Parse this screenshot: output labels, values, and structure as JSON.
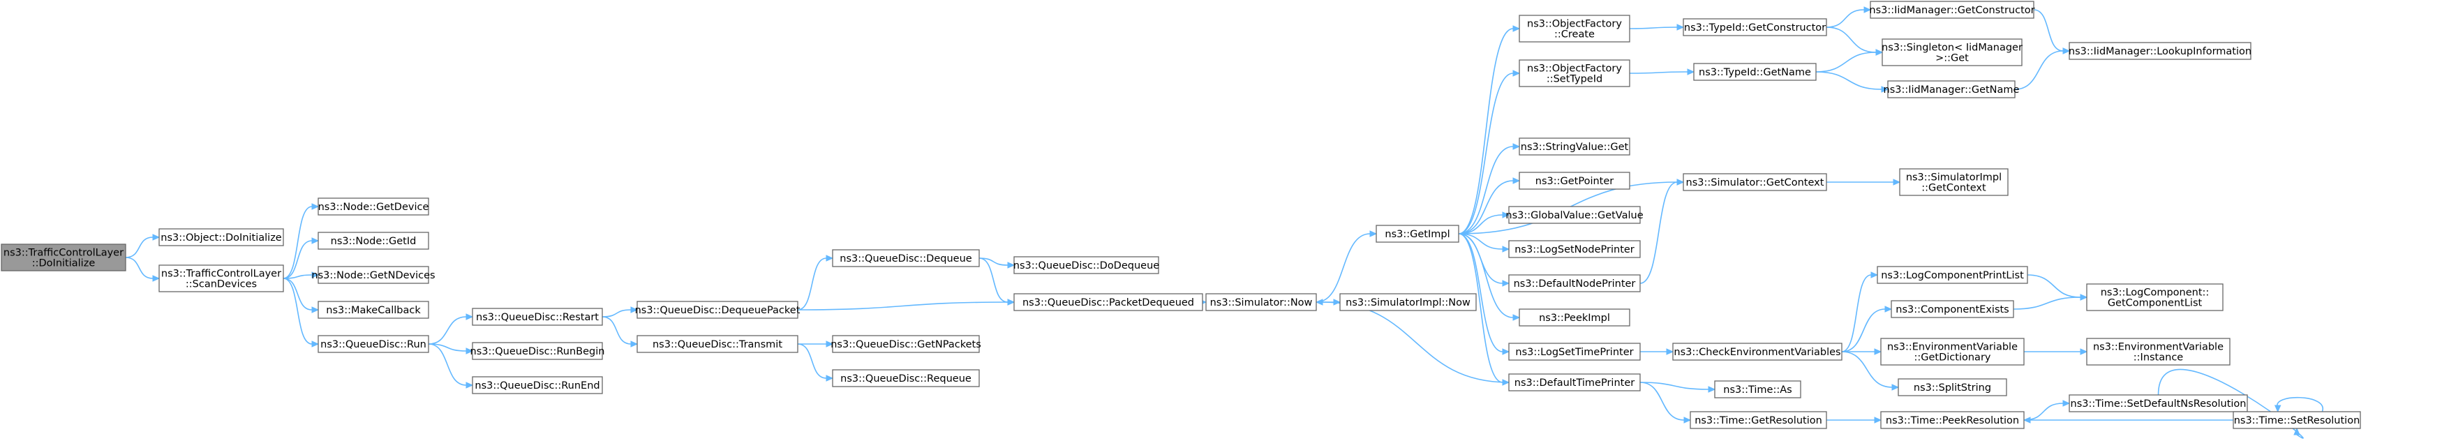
{
  "colors": {
    "edge": "#63b8ff",
    "node_border": "#666666",
    "root_fill": "#999999",
    "node_fill": "#ffffff"
  },
  "nodes": {
    "root": [
      "ns3::TrafficControlLayer",
      "::DoInitialize"
    ],
    "object_doinitialize": [
      "ns3::Object::DoInitialize"
    ],
    "scandevices": [
      "ns3::TrafficControlLayer",
      "::ScanDevices"
    ],
    "node_getdevice": [
      "ns3::Node::GetDevice"
    ],
    "node_getid": [
      "ns3::Node::GetId"
    ],
    "node_getndevices": [
      "ns3::Node::GetNDevices"
    ],
    "makecallback": [
      "ns3::MakeCallback"
    ],
    "qd_run": [
      "ns3::QueueDisc::Run"
    ],
    "qd_restart": [
      "ns3::QueueDisc::Restart"
    ],
    "qd_runbegin": [
      "ns3::QueueDisc::RunBegin"
    ],
    "qd_runend": [
      "ns3::QueueDisc::RunEnd"
    ],
    "qd_dequeuepacket": [
      "ns3::QueueDisc::DequeuePacket"
    ],
    "qd_transmit": [
      "ns3::QueueDisc::Transmit"
    ],
    "qd_dequeue": [
      "ns3::QueueDisc::Dequeue"
    ],
    "qd_getnpackets": [
      "ns3::QueueDisc::GetNPackets"
    ],
    "qd_requeue": [
      "ns3::QueueDisc::Requeue"
    ],
    "qd_dodequeue": [
      "ns3::QueueDisc::DoDequeue"
    ],
    "qd_packetdequeued": [
      "ns3::QueueDisc::PacketDequeued"
    ],
    "sim_now": [
      "ns3::Simulator::Now"
    ],
    "simimpl_now": [
      "ns3::SimulatorImpl::Now"
    ],
    "getimpl": [
      "ns3::GetImpl"
    ],
    "of_create": [
      "ns3::ObjectFactory",
      "::Create"
    ],
    "of_settypeid": [
      "ns3::ObjectFactory",
      "::SetTypeId"
    ],
    "stringvalue_get": [
      "ns3::StringValue::Get"
    ],
    "getpointer": [
      "ns3::GetPointer"
    ],
    "globalvalue_getvalue": [
      "ns3::GlobalValue::GetValue"
    ],
    "logsetnodeprinter": [
      "ns3::LogSetNodePrinter"
    ],
    "defaultnodeprinter": [
      "ns3::DefaultNodePrinter"
    ],
    "peekimpl": [
      "ns3::PeekImpl"
    ],
    "logsettimeprinter": [
      "ns3::LogSetTimePrinter"
    ],
    "defaulttimeprinter": [
      "ns3::DefaultTimePrinter"
    ],
    "typeid_getconstructor": [
      "ns3::TypeId::GetConstructor"
    ],
    "typeid_getname": [
      "ns3::TypeId::GetName"
    ],
    "sim_getcontext": [
      "ns3::Simulator::GetContext"
    ],
    "checkenv": [
      "ns3::CheckEnvironmentVariables"
    ],
    "time_as": [
      "ns3::Time::As"
    ],
    "time_getresolution": [
      "ns3::Time::GetResolution"
    ],
    "iid_getconstructor": [
      "ns3::IidManager::GetConstructor"
    ],
    "singleton_get": [
      "ns3::Singleton< IidManager",
      " >::Get"
    ],
    "iid_getname": [
      "ns3::IidManager::GetName"
    ],
    "simimpl_getcontext": [
      "ns3::SimulatorImpl",
      "::GetContext"
    ],
    "logcomponentprintlist": [
      "ns3::LogComponentPrintList"
    ],
    "componentexists": [
      "ns3::ComponentExists"
    ],
    "envvar_getdictionary": [
      "ns3::EnvironmentVariable",
      "::GetDictionary"
    ],
    "splitstring": [
      "ns3::SplitString"
    ],
    "time_peekresolution": [
      "ns3::Time::PeekResolution"
    ],
    "iid_lookupinformation": [
      "ns3::IidManager::LookupInformation"
    ],
    "logcomponent_getcomponentlist": [
      "ns3::LogComponent::",
      "GetComponentList"
    ],
    "envvar_instance": [
      "ns3::EnvironmentVariable",
      "::Instance"
    ],
    "time_setdefaultnsresolution": [
      "ns3::Time::SetDefaultNsResolution"
    ],
    "time_setresolution": [
      "ns3::Time::SetResolution"
    ]
  }
}
